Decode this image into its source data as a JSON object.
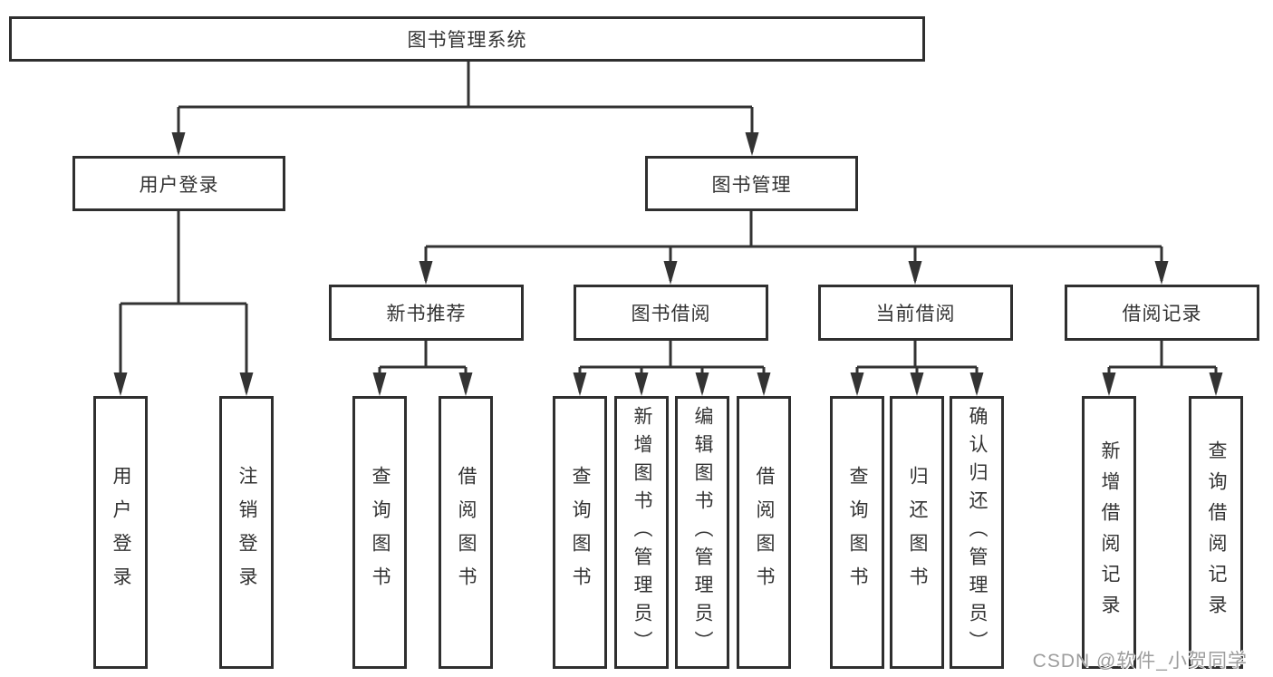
{
  "diagram": {
    "root": "图书管理系统",
    "level2": {
      "user_login": "用户登录",
      "book_management": "图书管理"
    },
    "level3": {
      "new_book_recommend": "新书推荐",
      "book_borrow": "图书借阅",
      "current_borrow": "当前借阅",
      "borrow_records": "借阅记录"
    },
    "leaves": {
      "user_login": "用户登录",
      "logout": "注销登录",
      "query_books_1": "查询图书",
      "borrow_books_1": "借阅图书",
      "query_books_2": "查询图书",
      "add_books_admin": "新增图书（管理员）",
      "edit_books_admin": "编辑图书（管理员）",
      "borrow_books_2": "借阅图书",
      "query_books_3": "查询图书",
      "return_books": "归还图书",
      "confirm_return_admin": "确认归还（管理员）",
      "add_borrow_record": "新增借阅记录",
      "query_borrow_record": "查询借阅记录"
    }
  },
  "watermark": "CSDN @软件_小贺同学",
  "colors": {
    "line": "#333333",
    "border": "#2f2f2f",
    "text": "#333333",
    "background": "#ffffff",
    "watermark": "#9d9d9d"
  }
}
